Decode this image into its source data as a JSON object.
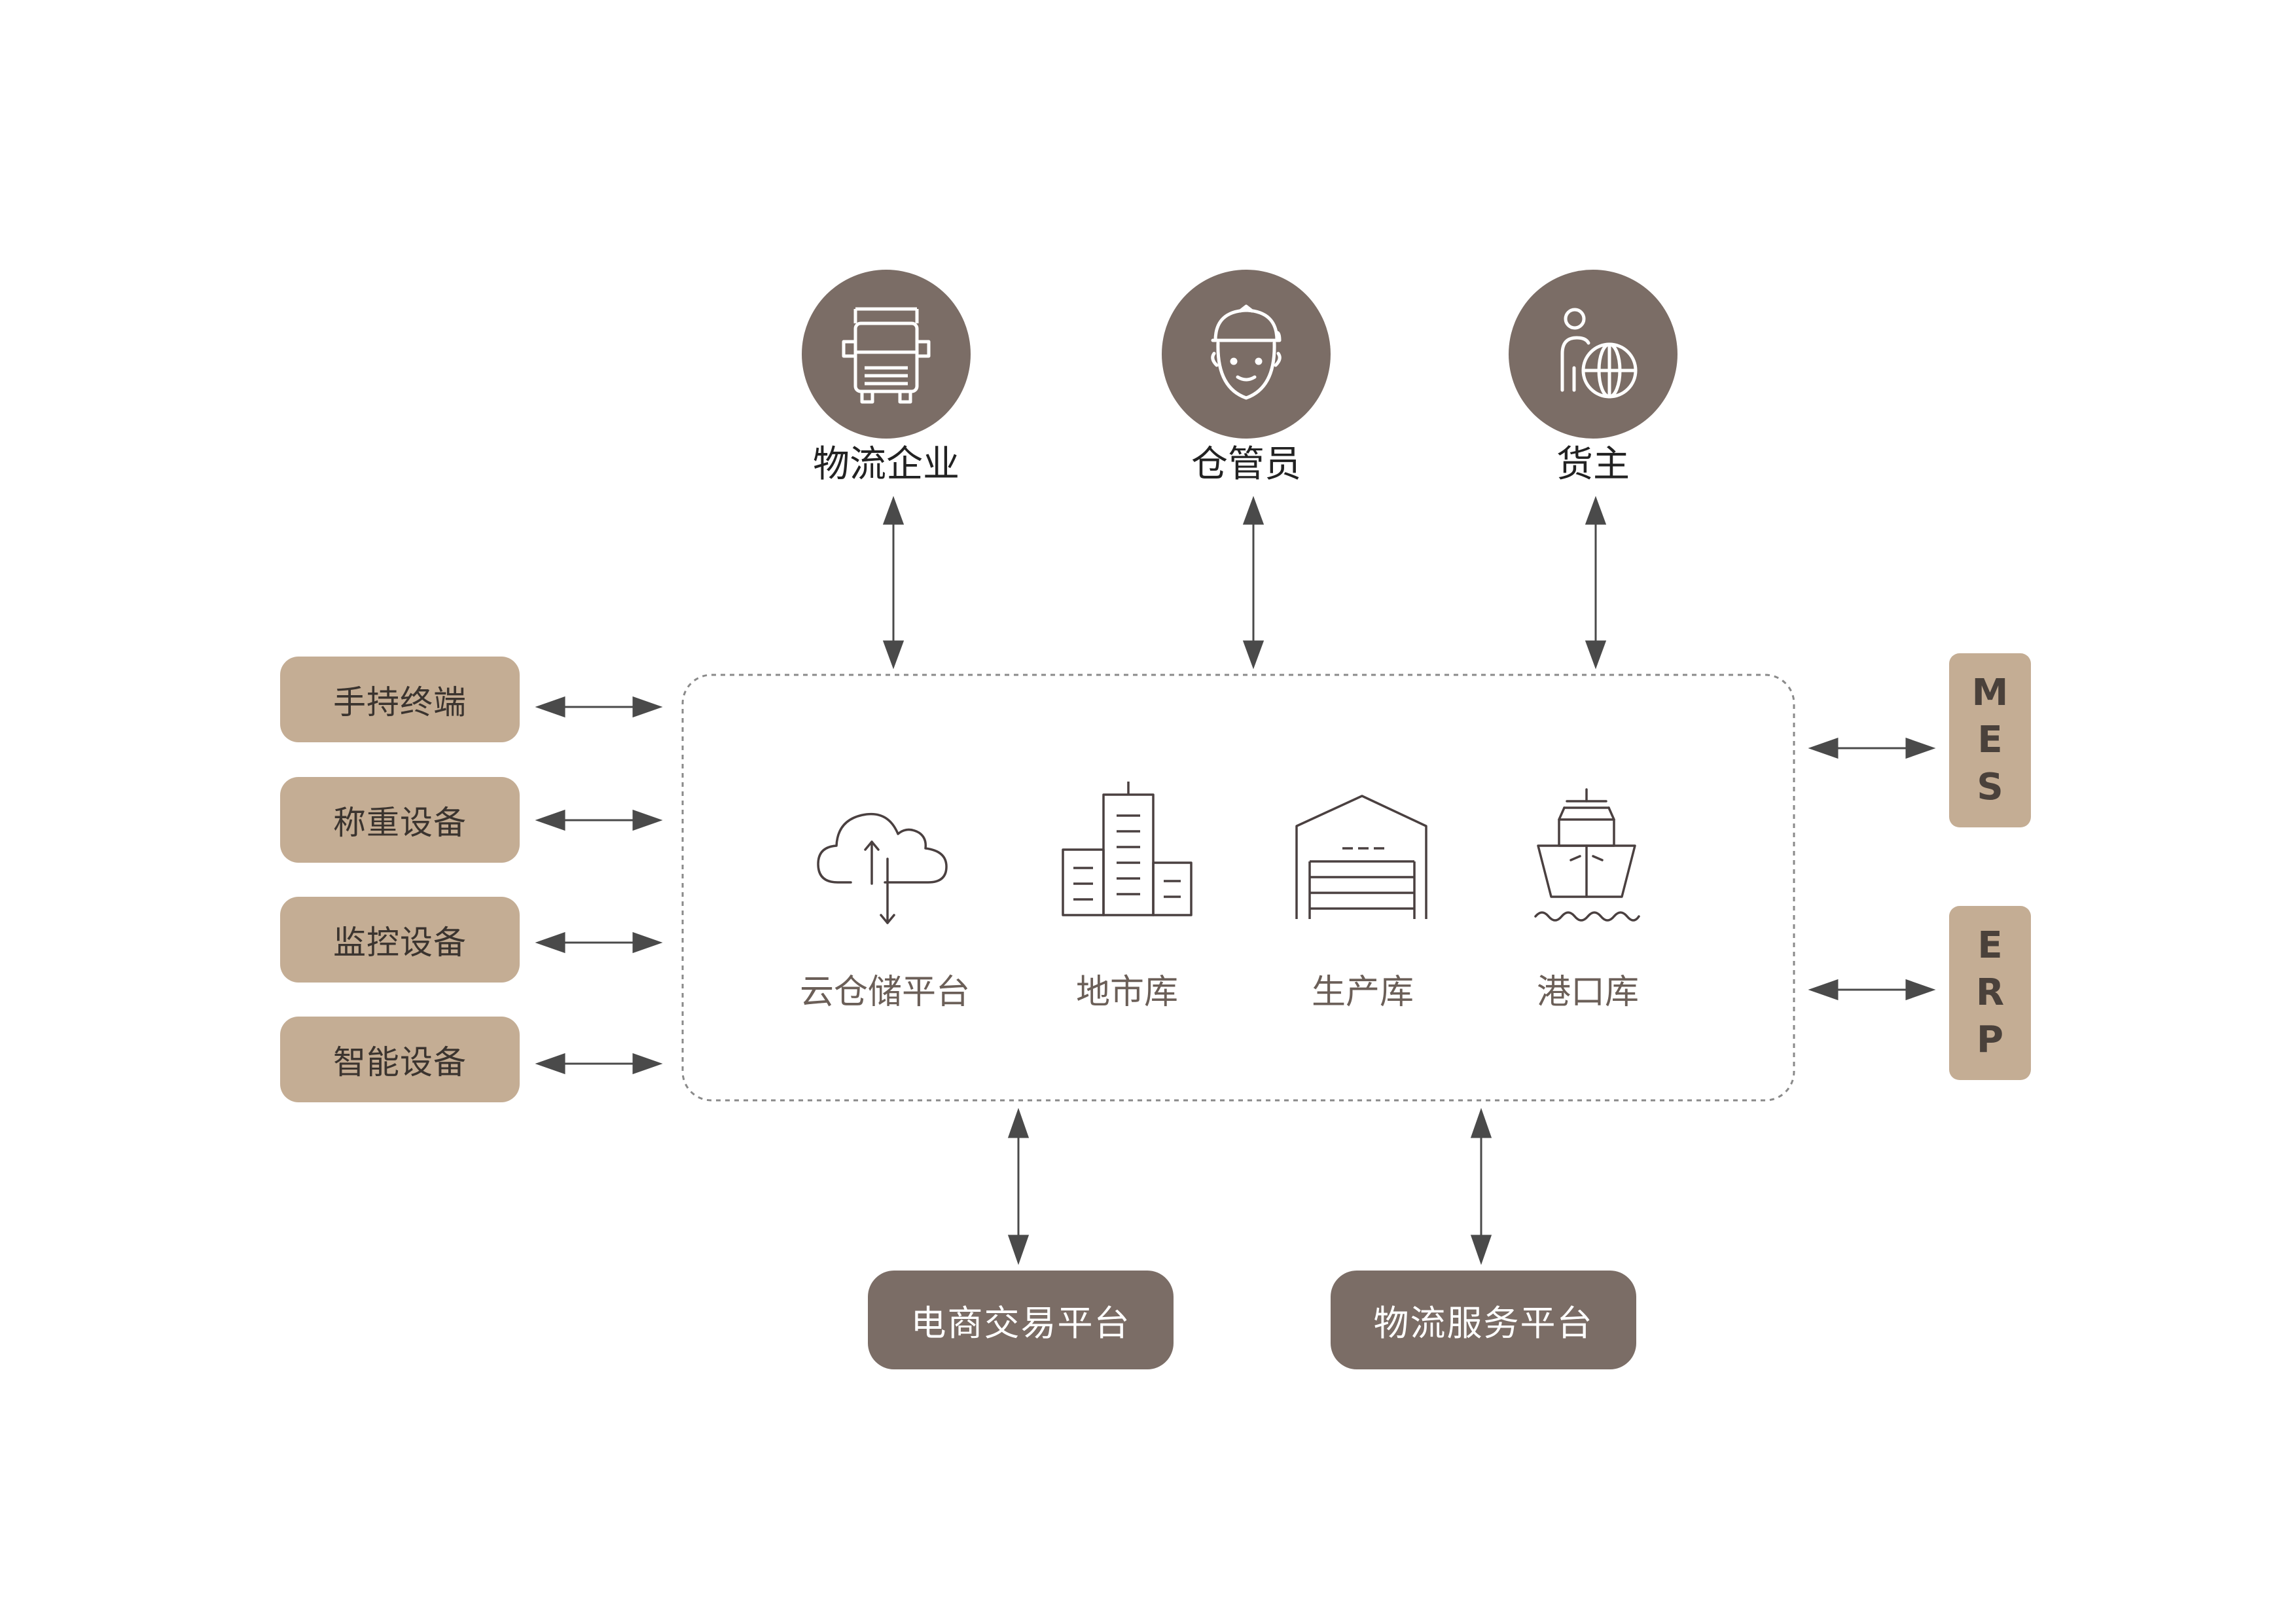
{
  "actors": [
    {
      "id": "logistics",
      "label": "物流企业",
      "icon": "truck-icon"
    },
    {
      "id": "keeper",
      "label": "仓管员",
      "icon": "worker-icon"
    },
    {
      "id": "owner",
      "label": "货主",
      "icon": "person-globe-icon"
    }
  ],
  "devices": [
    {
      "label": "手持终端"
    },
    {
      "label": "称重设备"
    },
    {
      "label": "监控设备"
    },
    {
      "label": "智能设备"
    }
  ],
  "core": {
    "items": [
      {
        "label": "云仓储平台",
        "icon": "cloud-transfer-icon"
      },
      {
        "label": "地市库",
        "icon": "city-buildings-icon"
      },
      {
        "label": "生产库",
        "icon": "warehouse-icon"
      },
      {
        "label": "港口库",
        "icon": "ship-icon"
      }
    ]
  },
  "side_systems": [
    {
      "label": "MES",
      "letters": [
        "M",
        "E",
        "S"
      ]
    },
    {
      "label": "ERP",
      "letters": [
        "E",
        "R",
        "P"
      ]
    }
  ],
  "platforms": [
    {
      "label": "电商交易平台"
    },
    {
      "label": "物流服务平台"
    }
  ],
  "colors": {
    "dark_brown": "#7b6d66",
    "tan": "#c4ad94",
    "arrow": "#4a4a4a",
    "border": "#8a8a8a"
  }
}
